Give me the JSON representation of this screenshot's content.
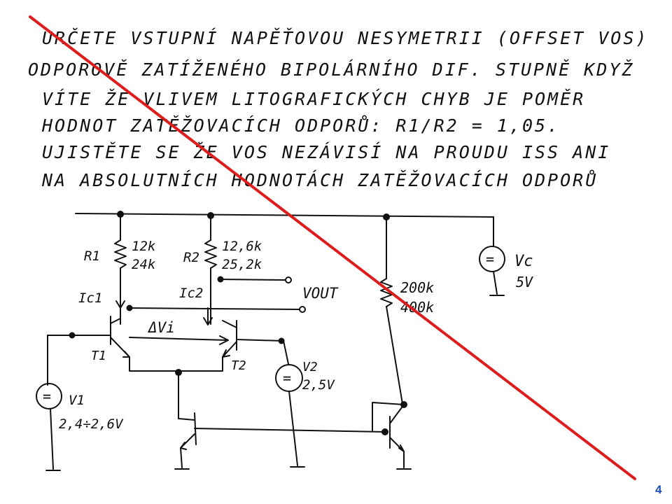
{
  "problem_lines": [
    "URČETE VSTUPNÍ NAPĚŤOVOU NESYMETRII (OFFSET VOS)",
    "ODPOROVĚ ZATÍŽENÉHO BIPOLÁRNÍHO DIF. STUPNĚ KDYŽ",
    "VÍTE ŽE VLIVEM LITOGRAFICKÝCH CHYB JE POMĚR",
    "HODNOT ZATĚŽOVACÍCH ODPORŮ: R1/R2 = 1,05.",
    "UJISTĚTE SE ŽE VOS NEZÁVISÍ NA PROUDU ISS ANI",
    "NA ABSOLUTNÍCH HODNOTÁCH ZATĚŽOVACÍCH ODPORŮ"
  ],
  "circuit": {
    "r1_label": "R1",
    "r1_value_a": "12k",
    "r1_value_b": "24k",
    "r2_label": "R2",
    "r2_value_a": "12,6k",
    "r2_value_b": "25,2k",
    "vout_label": "VOUT",
    "ic1_label": "Ic1",
    "ic2_label": "Ic2",
    "delta_v_label": "ΔVi",
    "t1_label": "T1",
    "t2_label": "T2",
    "v2_label": "V2",
    "v2_value": "2,5V",
    "v1_label": "V1",
    "v1_value": "2,4÷2,6V",
    "vc_label": "Vc",
    "vc_value": "5V",
    "rbias_value_a": "200k",
    "rbias_value_b": "400k",
    "source_symbol": "="
  },
  "page_number": "4",
  "colors": {
    "ink": "#111111",
    "strike": "#dd1c1c",
    "page_number": "#1f4fb5"
  }
}
